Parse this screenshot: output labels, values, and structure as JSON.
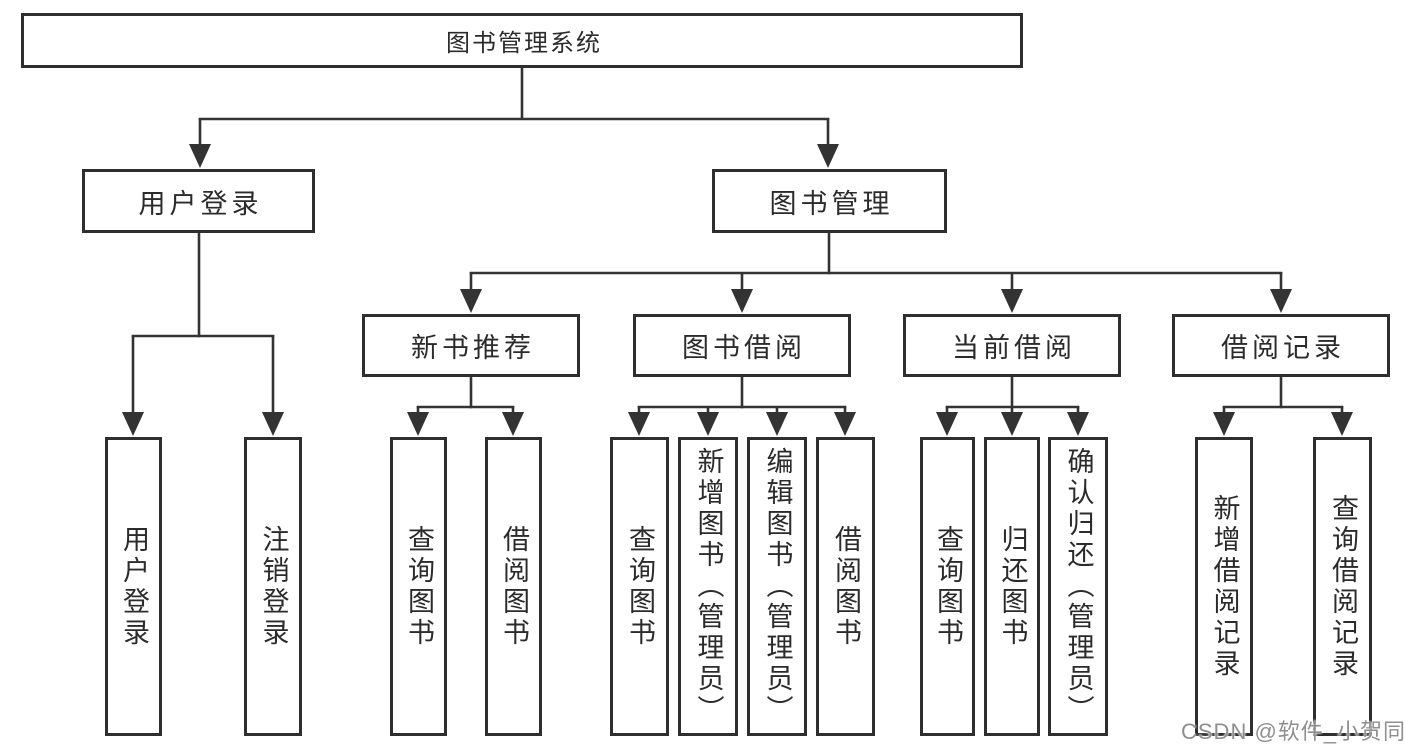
{
  "diagram": {
    "type": "hierarchy-tree",
    "colors": {
      "line": "#333333",
      "box_border": "#2e2e2e",
      "box_background": "#ffffff",
      "text": "#2b2b2b",
      "watermark": "#8f8f8f",
      "page_background": "#ffffff"
    },
    "tree": {
      "root": {
        "label": "图书管理系统",
        "children": [
          {
            "label": "用户登录",
            "children": [
              {
                "label": "用户登录"
              },
              {
                "label": "注销登录"
              }
            ]
          },
          {
            "label": "图书管理",
            "children": [
              {
                "label": "新书推荐",
                "children": [
                  {
                    "label": "查询图书"
                  },
                  {
                    "label": "借阅图书"
                  }
                ]
              },
              {
                "label": "图书借阅",
                "children": [
                  {
                    "label": "查询图书"
                  },
                  {
                    "label": "新增图书（管理员）"
                  },
                  {
                    "label": "编辑图书（管理员）"
                  },
                  {
                    "label": "借阅图书"
                  }
                ]
              },
              {
                "label": "当前借阅",
                "children": [
                  {
                    "label": "查询图书"
                  },
                  {
                    "label": "归还图书"
                  },
                  {
                    "label": "确认归还（管理员）"
                  }
                ]
              },
              {
                "label": "借阅记录",
                "children": [
                  {
                    "label": "新增借阅记录"
                  },
                  {
                    "label": "查询借阅记录"
                  }
                ]
              }
            ]
          }
        ]
      }
    },
    "watermark": {
      "text": "CSDN @软件_小贺同学"
    }
  }
}
